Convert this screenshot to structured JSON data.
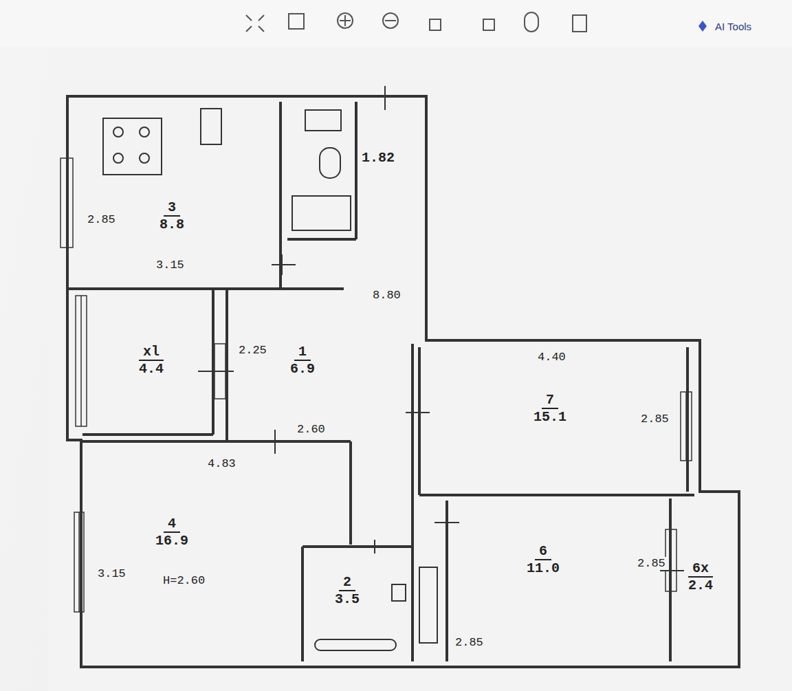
{
  "diagram": {
    "nodes": [
      {
        "text": [
          "3",
          "8.8"
        ]
      },
      {
        "text": [
          "1.82"
        ]
      },
      {
        "text": [
          "1",
          "6.9"
        ]
      },
      {
        "text": [
          "xl",
          "4.4"
        ]
      },
      {
        "text": [
          "4",
          "16.9"
        ]
      },
      {
        "text": [
          "2",
          "3.5"
        ]
      },
      {
        "text": [
          "7",
          "15.1"
        ]
      },
      {
        "text": [
          "6",
          "11.0"
        ]
      },
      {
        "text": [
          "6x",
          "2.4"
        ]
      }
    ],
    "labels": [
      "AI Tools",
      "2.85",
      "3.15",
      "8.80",
      "2.25",
      "2.60",
      "4.83",
      "3.15",
      "H=2.60",
      "4.40",
      "2.85",
      "2.85",
      "2.85"
    ]
  }
}
